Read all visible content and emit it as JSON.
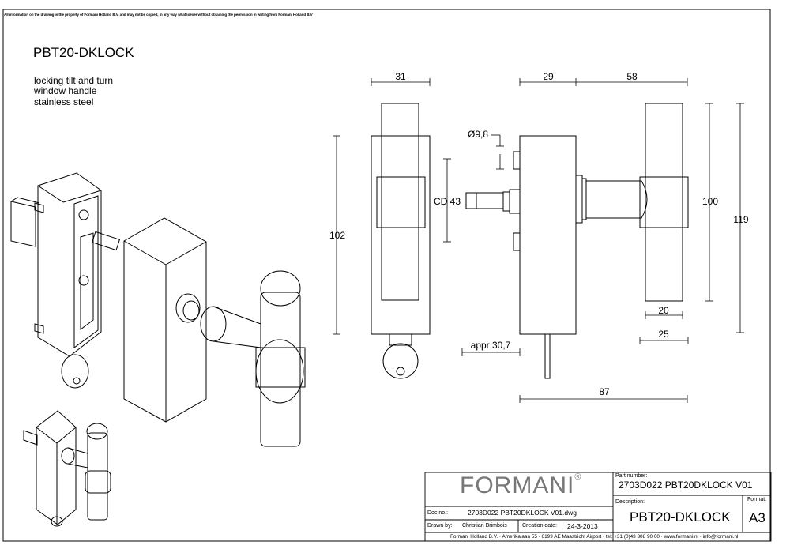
{
  "notice": "All information on the drawing is the property of Formani Holland B.V. and may not be copied, in any way whatsoever without obtaining the permission in writing from Formani Holland B.V",
  "product": {
    "code": "PBT20-DKLOCK",
    "description_lines": [
      "locking tilt and turn",
      "window handle",
      "stainless steel"
    ]
  },
  "dimensions": {
    "d31": "31",
    "d29": "29",
    "d58": "58",
    "d102": "102",
    "dia": "Ø9,8",
    "cd": "CD 43",
    "d100": "100",
    "d119": "119",
    "d20": "20",
    "d25": "25",
    "appr": "appr 30,7",
    "d87": "87"
  },
  "title_block": {
    "logo": "FORMANI",
    "logo_mark": "®",
    "part_number_label": "Part number:",
    "part_number": "2703D022 PBT20DKLOCK V01",
    "description_label": "Description:",
    "description": "PBT20-DKLOCK",
    "format_label": "Format:",
    "format": "A3",
    "doc_no_label": "Doc no.:",
    "doc_no": "2703D022 PBT20DKLOCK V01.dwg",
    "drawn_by_label": "Drawn by:",
    "drawn_by": "Christian Brimbois",
    "creation_date_label": "Creation date:",
    "creation_date": "24-3-2013",
    "footer": "Formani Holland B.V. · Amerikalaan 55 · 6199 AE Maastricht Airport · tel: +31 (0)43 308 90 00 · www.formani.nl · info@formani.nl"
  }
}
